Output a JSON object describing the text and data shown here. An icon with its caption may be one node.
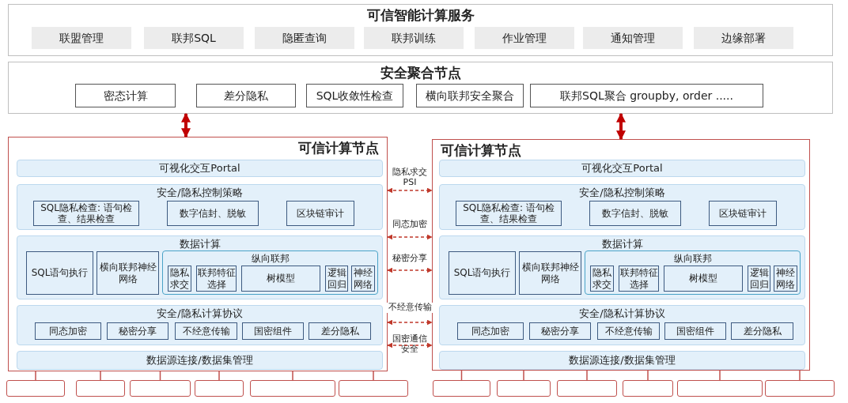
{
  "diagram": {
    "nodes": [
      {
        "text": [
          "可信智能计算服务"
        ]
      },
      {
        "text": [
          "联盟管理"
        ],
        "in": 0
      },
      {
        "text": [
          "联邦SQL"
        ],
        "in": 0
      },
      {
        "text": [
          "隐匿查询"
        ],
        "in": 0
      },
      {
        "text": [
          "联邦训练"
        ],
        "in": 0
      },
      {
        "text": [
          "作业管理"
        ],
        "in": 0
      },
      {
        "text": [
          "通知管理"
        ],
        "in": 0
      },
      {
        "text": [
          "边缘部署"
        ],
        "in": 0
      },
      {
        "text": [
          "安全聚合节点"
        ]
      },
      {
        "text": [
          "密态计算"
        ],
        "in": 8
      },
      {
        "text": [
          "差分隐私"
        ],
        "in": 8
      },
      {
        "text": [
          "SQL收敛性检查"
        ],
        "in": 8
      },
      {
        "text": [
          "横向联邦安全聚合"
        ],
        "in": 8
      },
      {
        "text": [
          "联邦SQL聚合 groupby, order ....."
        ],
        "in": 8
      },
      {
        "text": [
          "可信计算节点"
        ]
      },
      {
        "text": [
          "可视化交互Portal"
        ],
        "in": 14
      },
      {
        "text": [
          "安全/隐私控制策略"
        ],
        "in": 14
      },
      {
        "text": [
          "SQL隐私检查: 语句检查、结果检查"
        ],
        "in": 16
      },
      {
        "text": [
          "数字信封、脱敏"
        ],
        "in": 16
      },
      {
        "text": [
          "区块链审计"
        ],
        "in": 16
      },
      {
        "text": [
          "数据计算"
        ],
        "in": 14
      },
      {
        "text": [
          "SQL语句执行"
        ],
        "in": 20
      },
      {
        "text": [
          "横向联邦神经网络"
        ],
        "in": 20
      },
      {
        "text": [
          "纵向联邦"
        ],
        "in": 20
      },
      {
        "text": [
          "隐私求交"
        ],
        "in": 23
      },
      {
        "text": [
          "联邦特征选择"
        ],
        "in": 23
      },
      {
        "text": [
          "树模型"
        ],
        "in": 23
      },
      {
        "text": [
          "逻辑回归"
        ],
        "in": 23
      },
      {
        "text": [
          "神经网络"
        ],
        "in": 23
      },
      {
        "text": [
          "安全/隐私计算协议"
        ],
        "in": 14
      },
      {
        "text": [
          "同态加密"
        ],
        "in": 29
      },
      {
        "text": [
          "秘密分享"
        ],
        "in": 29
      },
      {
        "text": [
          "不经意传输"
        ],
        "in": 29
      },
      {
        "text": [
          "国密组件"
        ],
        "in": 29
      },
      {
        "text": [
          "差分隐私"
        ],
        "in": 29
      },
      {
        "text": [
          "数据源连接/数据集管理"
        ],
        "in": 14
      },
      {
        "text": [],
        "shape": "box"
      },
      {
        "text": [],
        "shape": "box"
      },
      {
        "text": [],
        "shape": "box"
      },
      {
        "text": [],
        "shape": "box"
      },
      {
        "text": [],
        "shape": "box"
      },
      {
        "text": [],
        "shape": "box"
      },
      {
        "text": [
          "可信计算节点"
        ]
      },
      {
        "text": [
          "可视化交互Portal"
        ],
        "in": 42
      },
      {
        "text": [
          "安全/隐私控制策略"
        ],
        "in": 42
      },
      {
        "text": [
          "SQL隐私检查: 语句检查、结果检查"
        ],
        "in": 44
      },
      {
        "text": [
          "数字信封、脱敏"
        ],
        "in": 44
      },
      {
        "text": [
          "区块链审计"
        ],
        "in": 44
      },
      {
        "text": [
          "数据计算"
        ],
        "in": 42
      },
      {
        "text": [
          "SQL语句执行"
        ],
        "in": 48
      },
      {
        "text": [
          "横向联邦神经网络"
        ],
        "in": 48
      },
      {
        "text": [
          "纵向联邦"
        ],
        "in": 48
      },
      {
        "text": [
          "隐私求交"
        ],
        "in": 51
      },
      {
        "text": [
          "联邦特征选择"
        ],
        "in": 51
      },
      {
        "text": [
          "树模型"
        ],
        "in": 51
      },
      {
        "text": [
          "逻辑回归"
        ],
        "in": 51
      },
      {
        "text": [
          "神经网络"
        ],
        "in": 51
      },
      {
        "text": [
          "安全/隐私计算协议"
        ],
        "in": 42
      },
      {
        "text": [
          "同态加密"
        ],
        "in": 57
      },
      {
        "text": [
          "秘密分享"
        ],
        "in": 57
      },
      {
        "text": [
          "不经意传输"
        ],
        "in": 57
      },
      {
        "text": [
          "国密组件"
        ],
        "in": 57
      },
      {
        "text": [
          "差分隐私"
        ],
        "in": 57
      },
      {
        "text": [
          "数据源连接/数据集管理"
        ],
        "in": 42
      },
      {
        "text": [],
        "shape": "box"
      },
      {
        "text": [],
        "shape": "box"
      },
      {
        "text": [],
        "shape": "box"
      },
      {
        "text": [],
        "shape": "box"
      },
      {
        "text": [],
        "shape": "box"
      },
      {
        "text": [],
        "shape": "box"
      }
    ],
    "edges": [
      {
        "from": 8,
        "to": 14,
        "arrow": "both",
        "style": "thick"
      },
      {
        "from": 8,
        "to": 42,
        "arrow": "both",
        "style": "thick"
      },
      {
        "from": 14,
        "to": 42,
        "arrow": "both",
        "style": "dashed",
        "label": "隐私求交 PSI"
      },
      {
        "from": 14,
        "to": 42,
        "arrow": "both",
        "style": "dashed",
        "label": "同态加密"
      },
      {
        "from": 14,
        "to": 42,
        "arrow": "both",
        "style": "dashed",
        "label": "秘密分享"
      },
      {
        "from": 14,
        "to": 42,
        "arrow": "both",
        "style": "dashed",
        "label": "不经意传输"
      },
      {
        "from": 14,
        "to": 42,
        "arrow": "both",
        "style": "dashed",
        "label": "国密通信安全"
      },
      {
        "from": 14,
        "to": 36,
        "arrow": "none"
      },
      {
        "from": 14,
        "to": 37,
        "arrow": "none"
      },
      {
        "from": 14,
        "to": 38,
        "arrow": "none"
      },
      {
        "from": 14,
        "to": 39,
        "arrow": "none"
      },
      {
        "from": 14,
        "to": 40,
        "arrow": "none"
      },
      {
        "from": 14,
        "to": 41,
        "arrow": "none"
      },
      {
        "from": 42,
        "to": 64,
        "arrow": "none"
      },
      {
        "from": 42,
        "to": 65,
        "arrow": "none"
      },
      {
        "from": 42,
        "to": 66,
        "arrow": "none"
      },
      {
        "from": 42,
        "to": 67,
        "arrow": "none"
      },
      {
        "from": 42,
        "to": 68,
        "arrow": "none"
      },
      {
        "from": 42,
        "to": 69,
        "arrow": "none"
      }
    ]
  }
}
